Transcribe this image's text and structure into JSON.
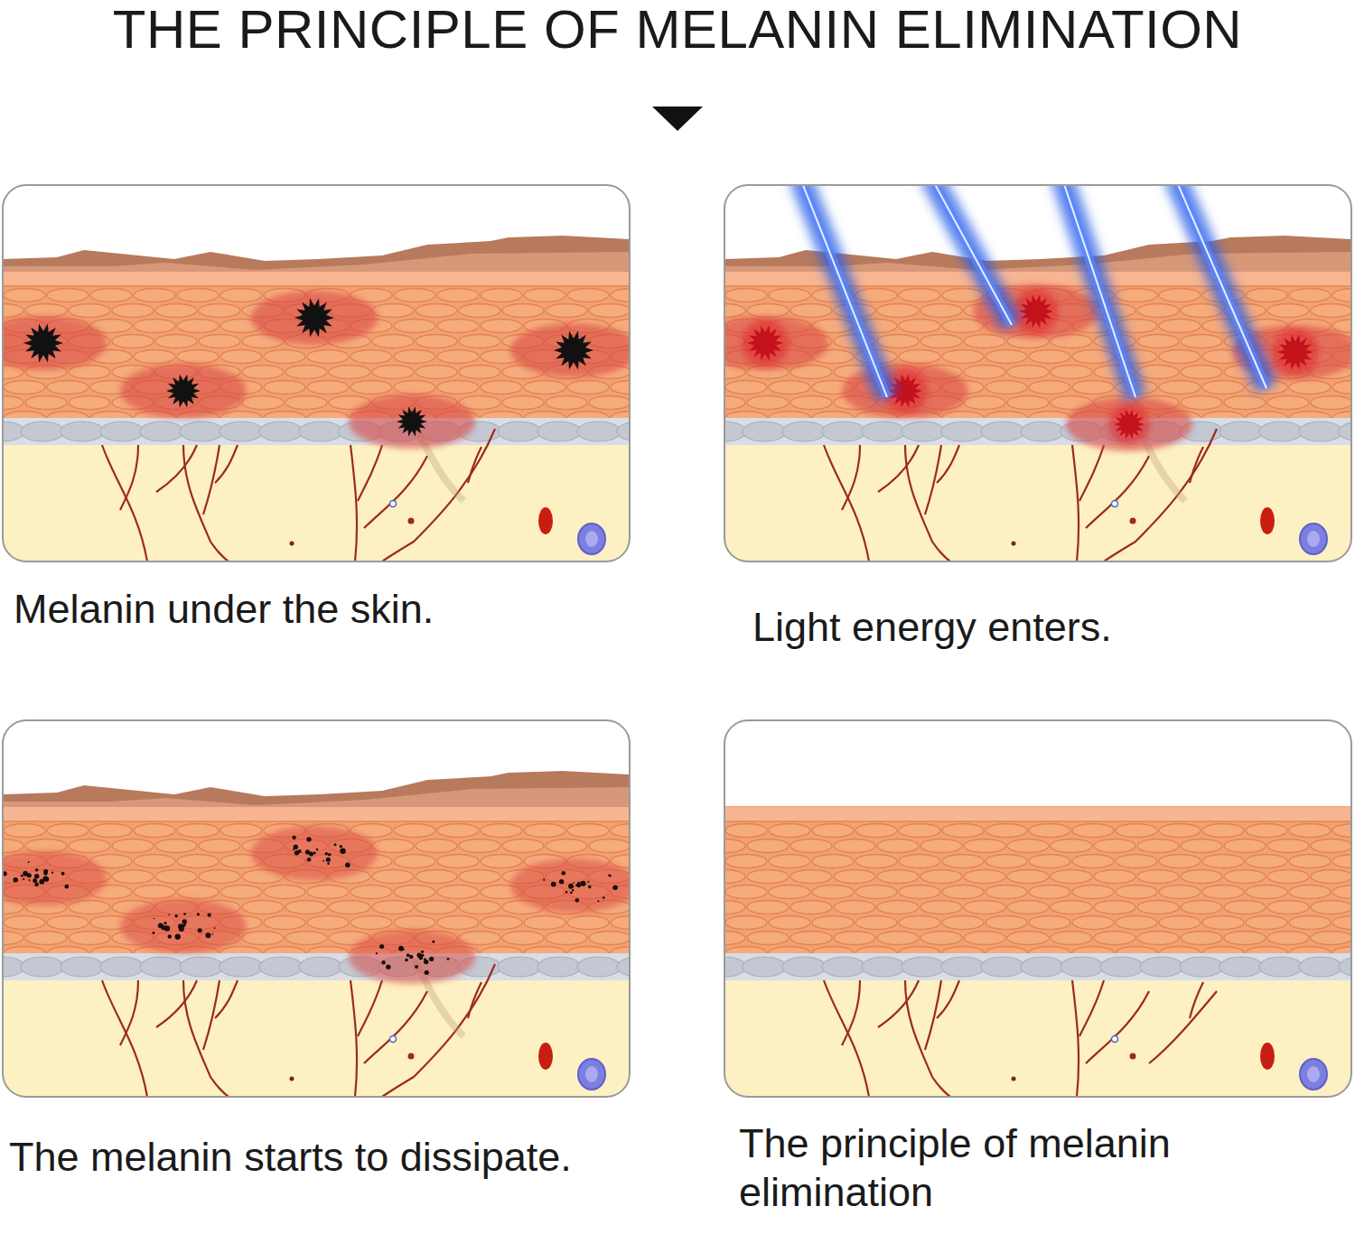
{
  "diagram": {
    "title": "THE PRINCIPLE OF MELANIN ELIMINATION",
    "labels": [
      "Melanin under the skin.",
      "Light energy enters.",
      "The melanin starts to dissipate.",
      "The principle of melanin elimination"
    ]
  }
}
